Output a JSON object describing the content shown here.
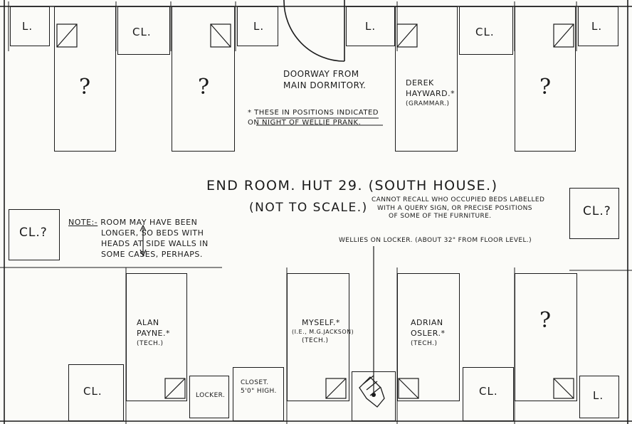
{
  "title": "END ROOM. HUT 29. (SOUTH HOUSE.)",
  "subtitle": "(NOT TO SCALE.)",
  "doorway": [
    "DOORWAY FROM",
    "MAIN DORMITORY."
  ],
  "asterisk_note": [
    "* THESE IN POSITIONS INDICATED",
    "ON NIGHT OF WELLIE PRANK."
  ],
  "recall_note": [
    "CANNOT RECALL WHO OCCUPIED BEDS LABELLED",
    "WITH A QUERY SIGN, OR PRECISE POSITIONS",
    "OF SOME OF THE FURNITURE."
  ],
  "wellies_note": "WELLIES ON LOCKER. (ABOUT 32\" FROM FLOOR LEVEL.)",
  "left_note": {
    "prefix": "NOTE:-",
    "lines": [
      "ROOM MAY HAVE BEEN",
      "LONGER, SO BEDS WITH",
      "HEADS AT SIDE WALLS IN",
      "SOME CASES, PERHAPS."
    ]
  },
  "labels": {
    "locker_short": "L.",
    "closet_short": "CL.",
    "closet_query": "CL.?",
    "query": "?",
    "locker_word": "LOCKER.",
    "closet_word": "CLOSET.",
    "closet_height": "5'0\" HIGH."
  },
  "beds": {
    "derek": [
      "DEREK",
      "HAYWARD.*",
      "(GRAMMAR.)"
    ],
    "alan": [
      "ALAN",
      "PAYNE.*",
      "(TECH.)"
    ],
    "myself": [
      "MYSELF.*",
      "(I.E., M.G.JACKSON)",
      "(TECH.)"
    ],
    "adrian": [
      "ADRIAN",
      "OSLER.*",
      "(TECH.)"
    ]
  }
}
